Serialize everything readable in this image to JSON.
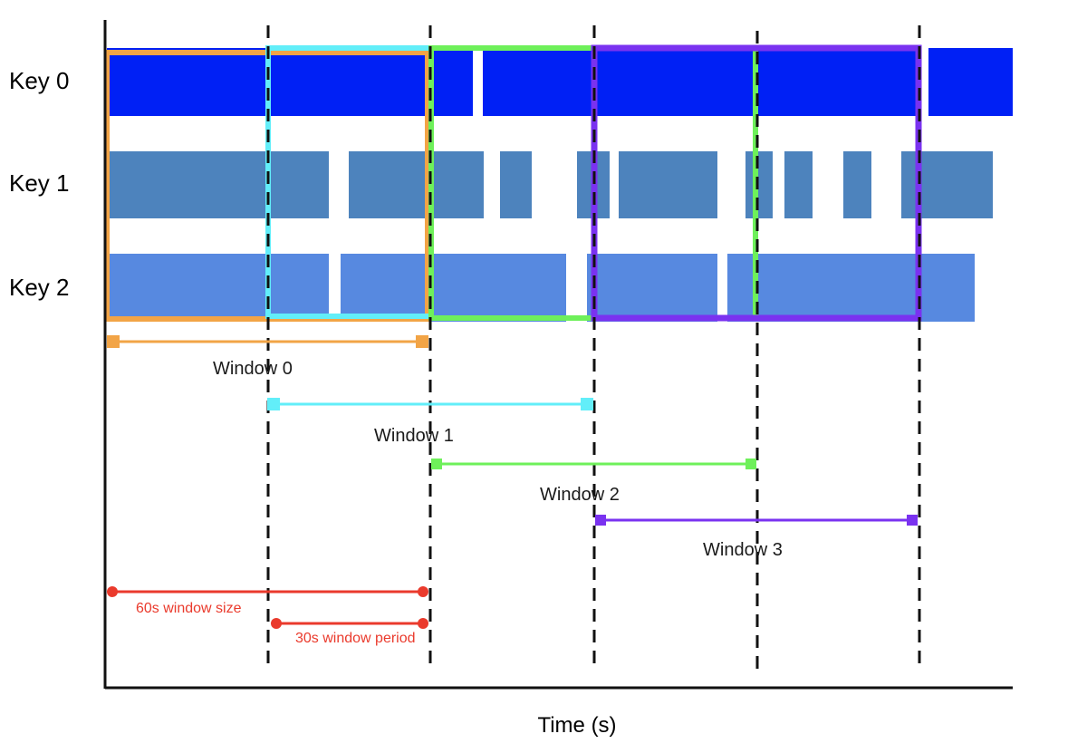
{
  "rows": [
    {
      "label": "Key 0",
      "color": "#0020f5"
    },
    {
      "label": "Key 1",
      "color": "#4d83bd"
    },
    {
      "label": "Key 2",
      "color": "#5789e0"
    }
  ],
  "windows": [
    {
      "label": "Window 0",
      "color": "#f2a446"
    },
    {
      "label": "Window 1",
      "color": "#62eef9"
    },
    {
      "label": "Window 2",
      "color": "#6ef05a"
    },
    {
      "label": "Window 3",
      "color": "#7a32f0"
    }
  ],
  "annotations": {
    "color": "#ea3a2c",
    "window_size": "60s window size",
    "window_period": "30s window period"
  },
  "axis": {
    "xlabel": "Time (s)"
  }
}
